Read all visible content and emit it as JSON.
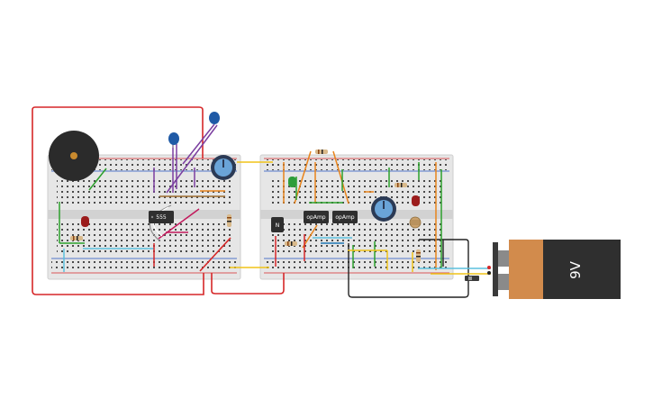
{
  "circuit": {
    "ic_555": {
      "label": "555"
    },
    "opamp_1": {
      "label": "opAmp"
    },
    "opamp_2": {
      "label": "opAmp"
    },
    "transistor": {
      "label": "N"
    },
    "battery": {
      "label": "9V",
      "body_color": "#2f2f2f",
      "cap_color": "#d28b4c"
    },
    "colors": {
      "breadboard": "#e4e4e4",
      "wire_red": "#d62728",
      "wire_purple": "#7b3fa0",
      "wire_orange": "#e8841c",
      "wire_green": "#2ca02c",
      "wire_yellow": "#f0c419",
      "wire_blue": "#5bc0de",
      "wire_black": "#222222",
      "wire_magenta": "#c2185b",
      "wire_brown": "#9c6b2f"
    },
    "icons": [
      "buzzer-icon",
      "potentiometer-icon",
      "capacitor-icon",
      "led-icon",
      "resistor-icon",
      "photoresistor-icon",
      "switch-icon",
      "battery-icon"
    ]
  }
}
